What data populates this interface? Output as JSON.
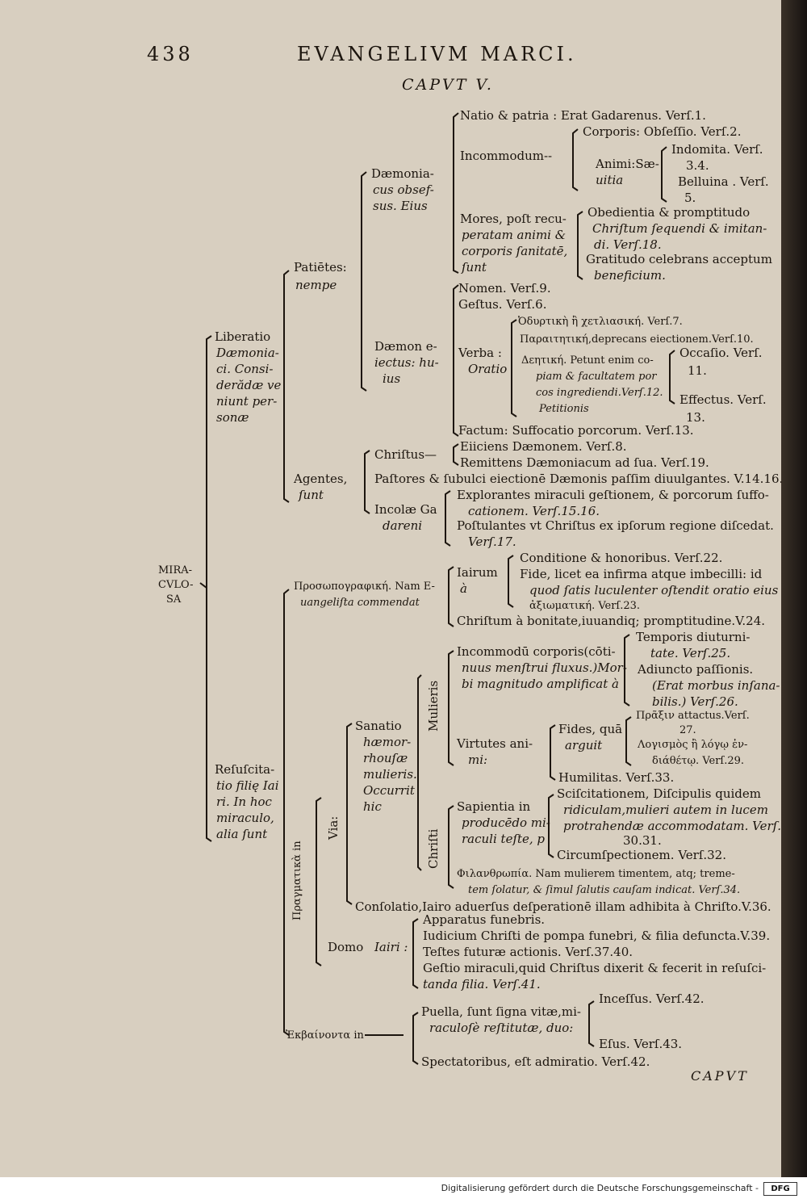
{
  "header": {
    "page_number": "438",
    "title": "EVANGELIVM MARCI.",
    "chapter": "CAPVT V."
  },
  "root": {
    "label_1": "MIRA-",
    "label_2": "CVLO-",
    "label_3": "SA"
  },
  "liberatio": {
    "l1": "Liberatio",
    "l2": "Dæmonia-",
    "l3": "ci. Consi-",
    "l4": "derădæ ve",
    "l5": "niunt per-",
    "l6": "sonæ",
    "patientes_1": "Patiētes:",
    "patientes_2": "nempe",
    "demoniacus_1": "Dæmonia-",
    "demoniacus_2": "cus obsef-",
    "demoniacus_3": "sus. Eius",
    "natio": "Natio & patria : Erat Gadarenus. Verſ.1.",
    "incommodum": "Incommodum--",
    "corporis": "Corporis: Obſeſſio. Verſ.2.",
    "animi_1": "Animi:Sæ-",
    "animi_2": "uitia",
    "indomita_1": "Indomita. Verſ.",
    "indomita_2": "3.4.",
    "belluina_1": "Belluina . Verſ.",
    "belluina_2": "5.",
    "mores_1": "Mores, poſt recu-",
    "mores_2": "peratam animi &",
    "mores_3": "corporis ſanitatē,",
    "mores_4": "ſunt",
    "obedientia_1": "Obedientia & promptitudo",
    "obedientia_2": "Chriſtum ſequendi & imitan-",
    "obedientia_3": "di. Verſ.18.",
    "gratitudo_1": "Gratitudo celebrans acceptum",
    "gratitudo_2": "beneficium.",
    "daemon_1": "Dæmon e-",
    "daemon_2": "iectus: hu-",
    "daemon_3": "ius",
    "nomen": "Nomen. Verſ.9.",
    "gestus": "Geſtus. Verſ.6.",
    "verba_1": "Verba :",
    "verba_2": "Oratio",
    "greek_1": "Ὀδυρτικὴ ἢ χετλιασική. Verſ.7.",
    "greek_2": "Παραιτητική,deprecans eiectionem.Verſ.10.",
    "deetike_1": "Δεητική. Petunt enim co-",
    "deetike_2": "piam & facultatem por",
    "deetike_3": "cos ingrediendi.Verſ.12.",
    "deetike_4": "Petitionis",
    "occasio_1": "Occaſio. Verſ.",
    "occasio_2": "11.",
    "effectus_1": "Effectus. Verſ.",
    "effectus_2": "13.",
    "factum": "Factum: Suffocatio porcorum. Verſ.13.",
    "agentes_1": "Agentes,",
    "agentes_2": "ſunt",
    "christus": "Chriſtus—",
    "eiiciens": "Eiiciens Dæmonem. Verſ.8.",
    "remittens": "Remittens Dæmoniacum ad ſua. Verſ.19.",
    "pastores": "Paſtores & ſubulci eiectionē Dæmonis paſſim diuulgantes. V.14.16.",
    "incolae_1": "Incolæ Ga",
    "incolae_2": "dareni",
    "explorantes_1": "Explorantes miraculi geſtionem, & porcorum ſuffo-",
    "explorantes_2": "cationem. Verſ.15.16.",
    "postulantes_1": "Poſtulantes vt Chriſtus ex ipſorum regione diſcedat.",
    "postulantes_2": "Verſ.17."
  },
  "resuscitatio": {
    "l1": "Reſuſcita-",
    "l2": "tio filię Iai",
    "l3": "ri. In hoc",
    "l4": "miraculo,",
    "l5": "alia ſunt",
    "prosopo_1": "Προσωπογραφική. Nam E-",
    "prosopo_2": "uangeliſta commendat",
    "iairum_1": "Iairum",
    "iairum_2": "à",
    "conditione": "Conditione & honoribus. Verſ.22.",
    "fide_1": "Fide, licet ea infirma atque imbecilli: id",
    "fide_2": "quod ſatis luculenter oſtendit oratio eius",
    "fide_3": "ἀξιωματική. Verſ.23.",
    "christum": "Chriſtum à bonitate,iuuandiq; promptitudine.V.24.",
    "pragmatika": "Πραγματικὰ in",
    "via": "Via:",
    "sanatio_1": "Sanatio",
    "sanatio_2": "hæmor-",
    "sanatio_3": "rhouſæ",
    "sanatio_4": "mulieris.",
    "sanatio_5": "Occurrit",
    "sanatio_6": "hic",
    "mulieris": "Mulieris",
    "christi": "Chriſti",
    "incommodu_1": "Incommodū corporis(cōti-",
    "incommodu_2": "nuus menſtrui fluxus.)Mor-",
    "incommodu_3": "bi magnitudo amplificat à",
    "temporis_1": "Temporis diuturni-",
    "temporis_2": "tate. Verſ.25.",
    "adiuncto_1": "Adiuncto paſſionis.",
    "adiuncto_2": "(Erat morbus inſana-",
    "adiuncto_3": "bilis.) Verſ.26.",
    "virtutes_1": "Virtutes ani-",
    "virtutes_2": "mi:",
    "fides_1": "Fides, quā",
    "fides_2": "arguit",
    "praxis_1": "Πρᾶξιν attactus.Verſ.",
    "praxis_2": "27.",
    "logismos_1": "Λογισμὸς ἢ λόγῳ ἐν-",
    "logismos_2": "διάθέτῳ. Verſ.29.",
    "humilitas": "Humilitas. Verſ.33.",
    "sapientia_1": "Sapientia in",
    "sapientia_2": "producēdo mi-",
    "sapientia_3": "raculi teſte, p",
    "sciscitationem_1": "Sciſcitationem, Diſcipulis quidem",
    "sciscitationem_2": "ridiculam,mulieri autem in lucem",
    "sciscitationem_3": "protrahendæ accommodatam. Verſ.",
    "sciscitationem_4": "30.31.",
    "circumspectionem": "Circumſpectionem. Verſ.32.",
    "philanthropia_1": "Φιλανθρωπία. Nam mulierem timentem, atq; treme-",
    "philanthropia_2": "tem ſolatur, & ſimul ſalutis cauſam indicat. Verſ.34.",
    "consolatio": "Conſolatio,Iairo aduerſus deſperationē illam adhibita à Chriſto.V.36.",
    "domo_1": "Domo",
    "domo_2": "Iairi :",
    "apparatus": "Apparatus funebris.",
    "iudicium": "Iudicium Chriſti de pompa funebri, & filia defuncta.V.39.",
    "testes": "Teſtes futuræ actionis. Verſ.37.40.",
    "gestio_1": "Geſtio miraculi,quid Chriſtus dixerit & fecerit in reſuſci-",
    "gestio_2": "tanda filia. Verſ.41.",
    "ekbaina": "Ἐκβαίνοντα in",
    "puella_1": "Puella, ſunt ſigna vitæ,mi-",
    "puella_2": "raculoſè reſtitutæ, duo:",
    "incessus": "Inceſſus. Verſ.42.",
    "esus": "Eſus. Verſ.43.",
    "spectatoribus": "Spectatoribus, eſt admiratio. Verſ.42."
  },
  "catchword": "CAPVT",
  "footer": {
    "text": "Digitalisierung gefördert durch die Deutsche Forschungsgemeinschaft -",
    "logo": "DFG"
  }
}
